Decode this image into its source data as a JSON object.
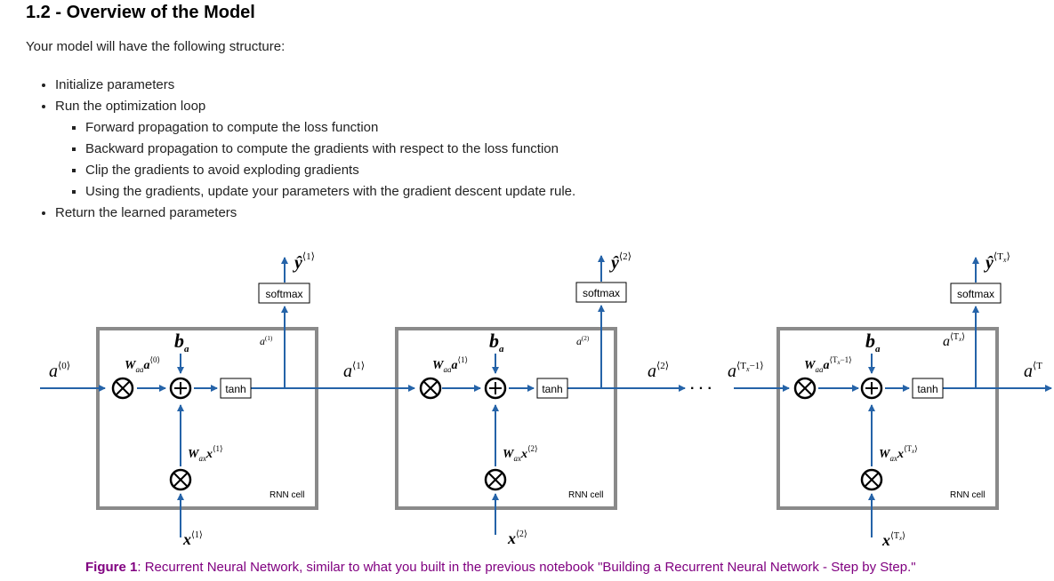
{
  "heading": "1.2 - Overview of the Model",
  "intro": "Your model will have the following structure:",
  "steps": [
    "Initialize parameters",
    "Run the optimization loop",
    "Return the learned parameters"
  ],
  "loop_steps": [
    "Forward propagation to compute the loss function",
    "Backward propagation to compute the gradients with respect to the loss function",
    "Clip the gradients to avoid exploding gradients",
    "Using the gradients, update your parameters with the gradient descent update rule."
  ],
  "figure": {
    "softmax": "softmax",
    "tanh": "tanh",
    "cell_label": "RNN cell",
    "dots": "· · ·",
    "bias": "b",
    "bias_sub": "a",
    "a_sym": "a",
    "x_sym": "x",
    "y_sym": "ŷ",
    "W_sym": "W",
    "Waa_sub": "aa",
    "Wax_sub": "ax",
    "t1": "⟨1⟩",
    "t2": "⟨2⟩",
    "t0": "⟨0⟩",
    "tT": "⟨T",
    "tT_sub": "x",
    "tT_close": "⟩",
    "tTm1": "⟨T",
    "tTm1_tail": "−1⟩",
    "a_out_partial": "⟨T",
    "sup_small_1": "(1)",
    "sup_small_2": "(2)",
    "plus": "+",
    "times": "×"
  },
  "caption": {
    "label": "Figure 1",
    "text": ": Recurrent Neural Network, similar to what you built in the previous notebook \"Building a Recurrent Neural Network - Step by Step.\""
  }
}
